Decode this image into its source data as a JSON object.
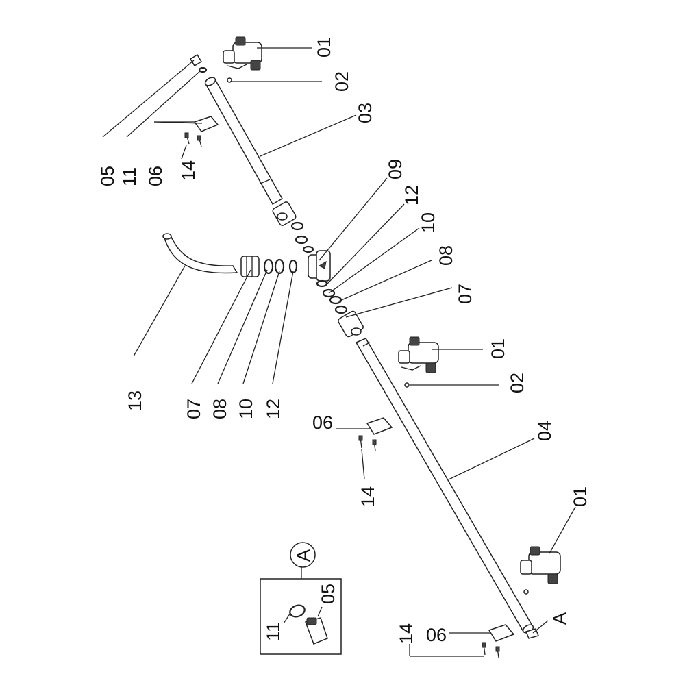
{
  "labels": {
    "c01_a": "01",
    "c02_a": "02",
    "c03": "03",
    "c05_top": "05",
    "c11_top": "11",
    "c06_top": "06",
    "c14_top": "14",
    "c09": "09",
    "c12_r": "12",
    "c10_r": "10",
    "c08_r": "08",
    "c07_r": "07",
    "c13": "13",
    "c07_l": "07",
    "c08_l": "08",
    "c10_l": "10",
    "c12_l": "12",
    "c01_b": "01",
    "c02_b": "02",
    "c04": "04",
    "c06_mid": "06",
    "c14_mid": "14",
    "c01_c": "01",
    "c06_bot": "06",
    "c14_bot": "14",
    "detail_ref": "A",
    "detail_circle": "A",
    "detail_11": "11",
    "detail_05": "05"
  }
}
